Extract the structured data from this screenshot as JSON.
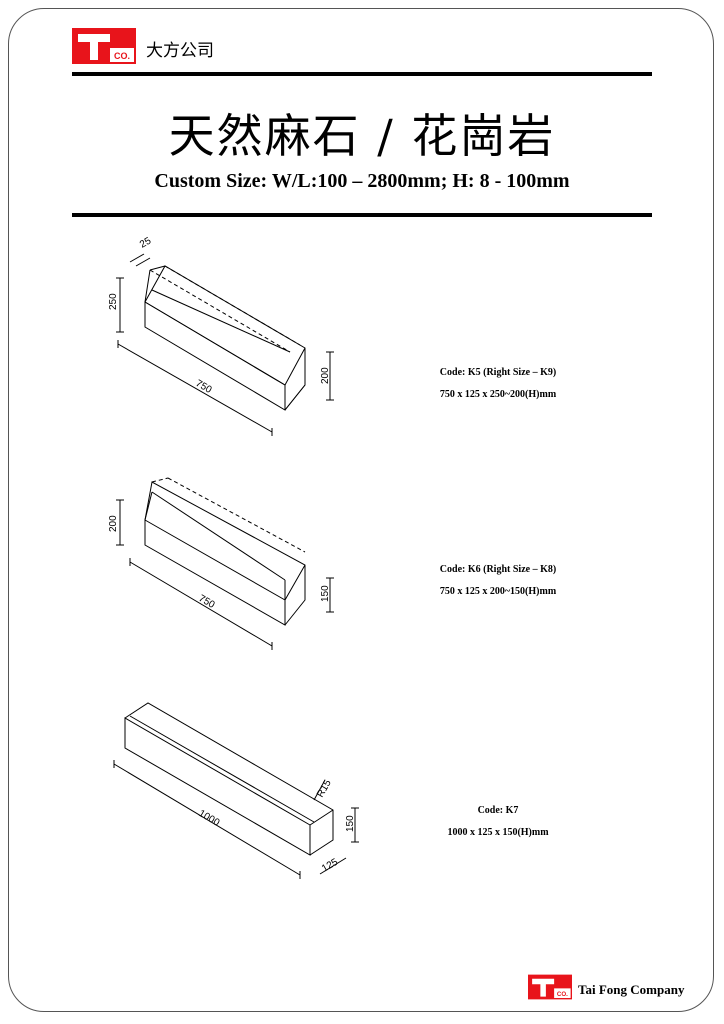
{
  "header": {
    "logo_text": "CO.",
    "brand_cn": "大方公司"
  },
  "title": "天然麻石 / 花崗岩",
  "subtitle": "Custom Size: W/L:100 – 2800mm; H: 8 - 100mm",
  "products": [
    {
      "code": "Code: K5  (Right Size – K9)",
      "size": "750 x 125 x 250~200(H)mm",
      "dims": {
        "top": "25",
        "height": "250",
        "length": "750",
        "end_height": "200"
      }
    },
    {
      "code": "Code: K6  (Right Size – K8)",
      "size": "750 x 125 x 200~150(H)mm",
      "dims": {
        "height": "200",
        "length": "750",
        "end_height": "150"
      }
    },
    {
      "code": "Code: K7",
      "size": "1000 x 125 x 150(H)mm",
      "dims": {
        "radius": "R15",
        "length": "1000",
        "end_height": "150",
        "width": "125"
      }
    }
  ],
  "footer": {
    "logo_text": "CO.",
    "brand_en": "Tai Fong Company"
  },
  "colors": {
    "brand_red": "#e8141b",
    "ink": "#000000"
  }
}
